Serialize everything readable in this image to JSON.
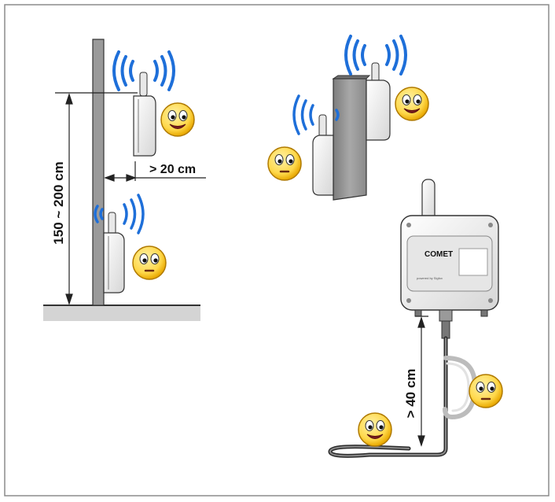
{
  "labels": {
    "height_range": "150 ~ 200 cm",
    "wall_distance": "> 20 cm",
    "cable_length": "> 40 cm",
    "brand_logo": "COMET",
    "device_sublabel": "powered by Sigfox"
  },
  "colors": {
    "frame": "#8c8c8c",
    "wall": "#9a9a9a",
    "floor": "#bfbfbf",
    "signal": "#1e6fd9",
    "device_body": "#f2f2f2",
    "device_outline": "#333333",
    "smiley_fill": "#ffd84a",
    "smiley_outline": "#b07a00",
    "cable": "#2b2b2b",
    "dimension_line": "#222222"
  },
  "scenes": [
    {
      "name": "wall-mounting",
      "mood_top": "happy",
      "mood_bottom": "uneasy"
    },
    {
      "name": "behind-metal-plate",
      "mood_front": "happy",
      "mood_back": "uneasy"
    },
    {
      "name": "probe-cable",
      "mood_coiled": "uneasy",
      "mood_straight": "happy"
    }
  ]
}
